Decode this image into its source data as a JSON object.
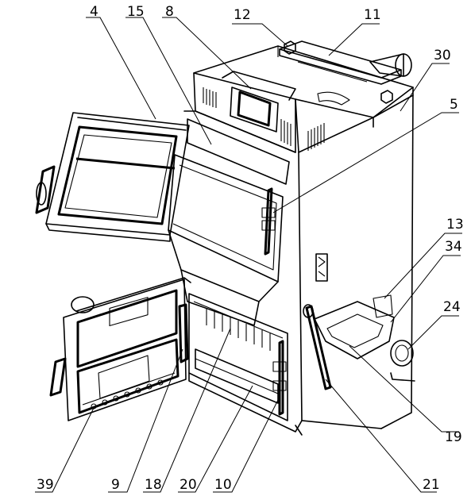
{
  "diagram": {
    "callouts": {
      "c4": "4",
      "c15": "15",
      "c8": "8",
      "c12": "12",
      "c11": "11",
      "c30": "30",
      "c5": "5",
      "c13": "13",
      "c34": "34",
      "c24": "24",
      "c19": "19",
      "c21": "21",
      "c39": "39",
      "c9": "9",
      "c18": "18",
      "c20": "20",
      "c10": "10"
    }
  }
}
